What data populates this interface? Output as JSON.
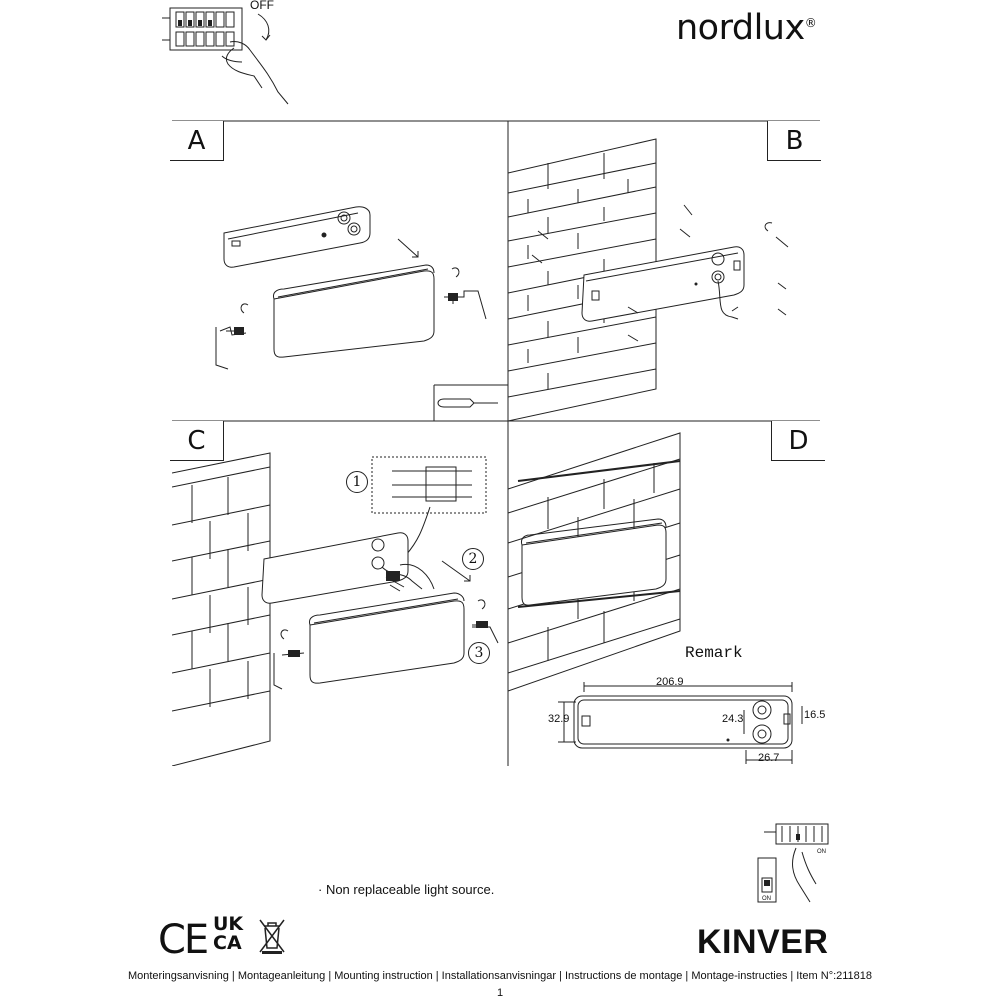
{
  "header": {
    "brand": "nordlux",
    "brand_mark": "®",
    "switch_label": "OFF"
  },
  "panels": {
    "a": "A",
    "b": "B",
    "c": "C",
    "d": "D"
  },
  "steps": [
    "1",
    "2",
    "3"
  ],
  "remark": {
    "title": "Remark",
    "width": "206.9",
    "height": "32.9",
    "hole_spacing": "24.3",
    "edge_offset": "16.5",
    "hole_offset": "26.7"
  },
  "switch_on_labels": [
    "ON",
    "ON"
  ],
  "note": "· Non replaceable light source.",
  "product_name": "KINVER",
  "cert": {
    "ce": "CE",
    "ukca_top": "UK",
    "ukca_bottom": "CA"
  },
  "footer": "Monteringsanvisning | Montageanleitung | Mounting instruction | Installationsanvisningar | Instructions de montage | Montage-instructies | Item N°:211818",
  "page_number": "1",
  "icons": [
    "breaker-panel-icon",
    "hand-icon",
    "screwdriver-icon",
    "weee-bin-icon",
    "wall-light-icon",
    "mounting-plate-icon"
  ]
}
